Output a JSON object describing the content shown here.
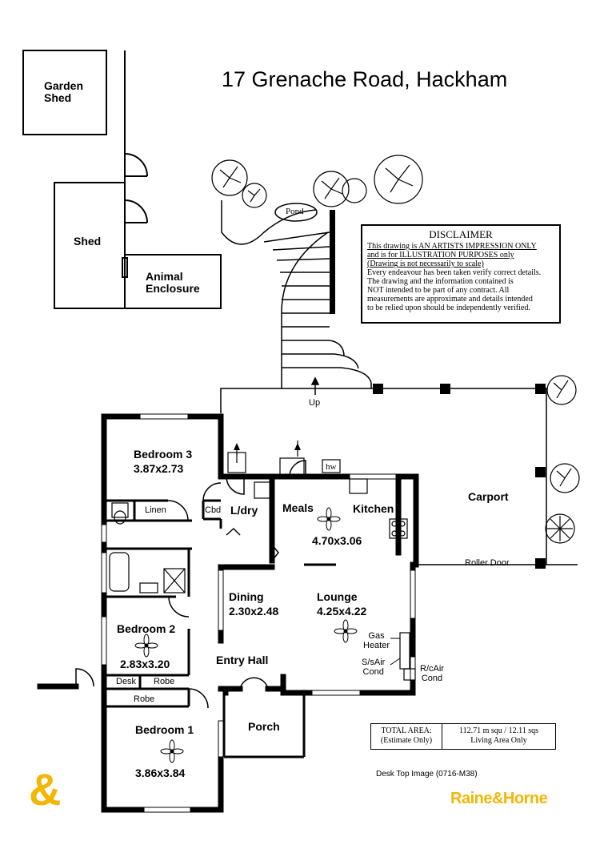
{
  "title": "17 Grenache Road,  Hackham",
  "outbuildings": {
    "garden_shed": [
      "Garden",
      "Shed"
    ],
    "shed": "Shed",
    "animal_enclosure": [
      "Animal",
      "Enclosure"
    ],
    "pond": "Pond",
    "up": "Up"
  },
  "disclaimer": {
    "heading": "DISCLAIMER",
    "lines_underlined": [
      "This drawing is AN ARTISTS IMPRESSION ONLY",
      "and is for ILLUSTRATION PURPOSES only",
      "(Drawing is not necessarily to scale)"
    ],
    "lines": [
      "Every endeavour has been taken verify correct details.",
      "The drawing and the information contained is",
      "NOT intended to be part of any contract.  All",
      "measurements are approximate and details intended",
      "to be relied upon should be independently verified."
    ]
  },
  "rooms": {
    "bedroom3": {
      "name": "Bedroom 3",
      "size": "3.87x2.73"
    },
    "bedroom2": {
      "name": "Bedroom 2",
      "size": "2.83x3.20"
    },
    "bedroom1": {
      "name": "Bedroom 1",
      "size": "3.86x3.84"
    },
    "linen": "Linen",
    "cbd": "Cbd",
    "ldry": "L/dry",
    "meals": "Meals",
    "kitchen": "Kitchen",
    "meals_kitchen_size": "4.70x3.06",
    "hw": "hw",
    "carport": "Carport",
    "roller_door": "Roller Door",
    "dining": {
      "name": "Dining",
      "size": "2.30x2.48"
    },
    "lounge": {
      "name": "Lounge",
      "size": "4.25x4.22"
    },
    "gas_heater": [
      "Gas",
      "Heater"
    ],
    "split_air": [
      "S/sAir",
      "Cond"
    ],
    "rc_air": [
      "R/cAir",
      "Cond"
    ],
    "entry_hall": "Entry Hall",
    "porch": "Porch",
    "desk": "Desk",
    "robe_b2": "Robe",
    "robe_b1": "Robe"
  },
  "area": {
    "label": [
      "TOTAL AREA:",
      "(Estimate Only)"
    ],
    "value": [
      "112.71 m squ /  12.11 sqs",
      "Living Area Only"
    ]
  },
  "image_code": "Desk Top Image (0716-M38)",
  "brand": {
    "name": "Raine&Horne",
    "mark": "&",
    "color": "#f2b705"
  }
}
